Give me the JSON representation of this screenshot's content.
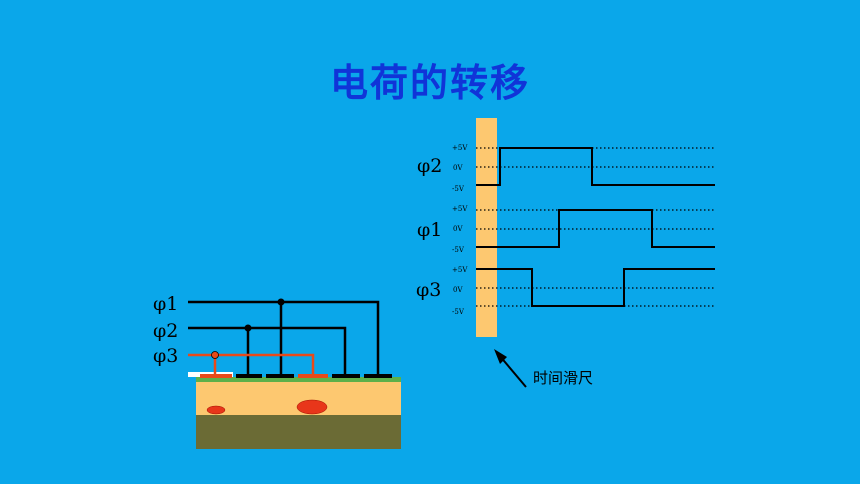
{
  "title": "电荷的转移",
  "timing": {
    "channels": [
      {
        "label": "φ2",
        "levels": [
          "+5V",
          "0V",
          "-5V"
        ]
      },
      {
        "label": "φ1",
        "levels": [
          "+5V",
          "0V",
          "-5V"
        ]
      },
      {
        "label": "φ3",
        "levels": [
          "+5V",
          "0V",
          "-5V"
        ]
      }
    ],
    "slider_label": "时间滑尺"
  },
  "device": {
    "phase_labels": [
      "φ1",
      "φ2",
      "φ3"
    ]
  },
  "colors": {
    "background": "#0aa7ea",
    "title": "#1034d8",
    "slider": "#fdc870",
    "phi3_wire": "#e84a1a",
    "silicon": "#fdc870",
    "substrate": "#6b6b35",
    "oxide": "#5db04a",
    "charge": "#e8361a"
  }
}
